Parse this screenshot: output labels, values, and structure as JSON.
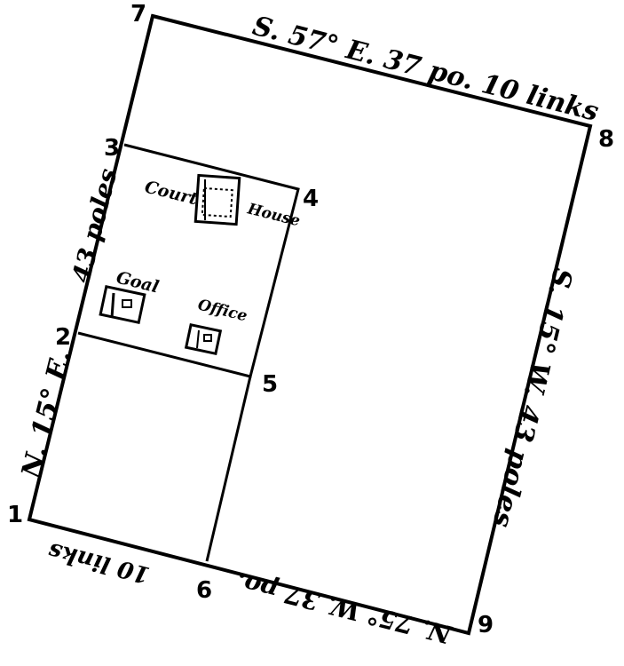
{
  "corners": {
    "c1": "1",
    "c2": "2",
    "c3": "3",
    "c4": "4",
    "c5": "5",
    "c6": "6",
    "c7": "7",
    "c8": "8",
    "c9": "9"
  },
  "bearings": {
    "top": "S. 57° E. 37 po. 10 links",
    "right": "S. 15° W. 43 poles",
    "bottom": "N. 75° W. 37 po.",
    "bottom_links": "10 links",
    "left_upper": "43 poles",
    "left_lower": "N. 15° E."
  },
  "buildings": {
    "court_left": "Court",
    "court_right": "House",
    "goal": "Goal",
    "office": "Office"
  }
}
